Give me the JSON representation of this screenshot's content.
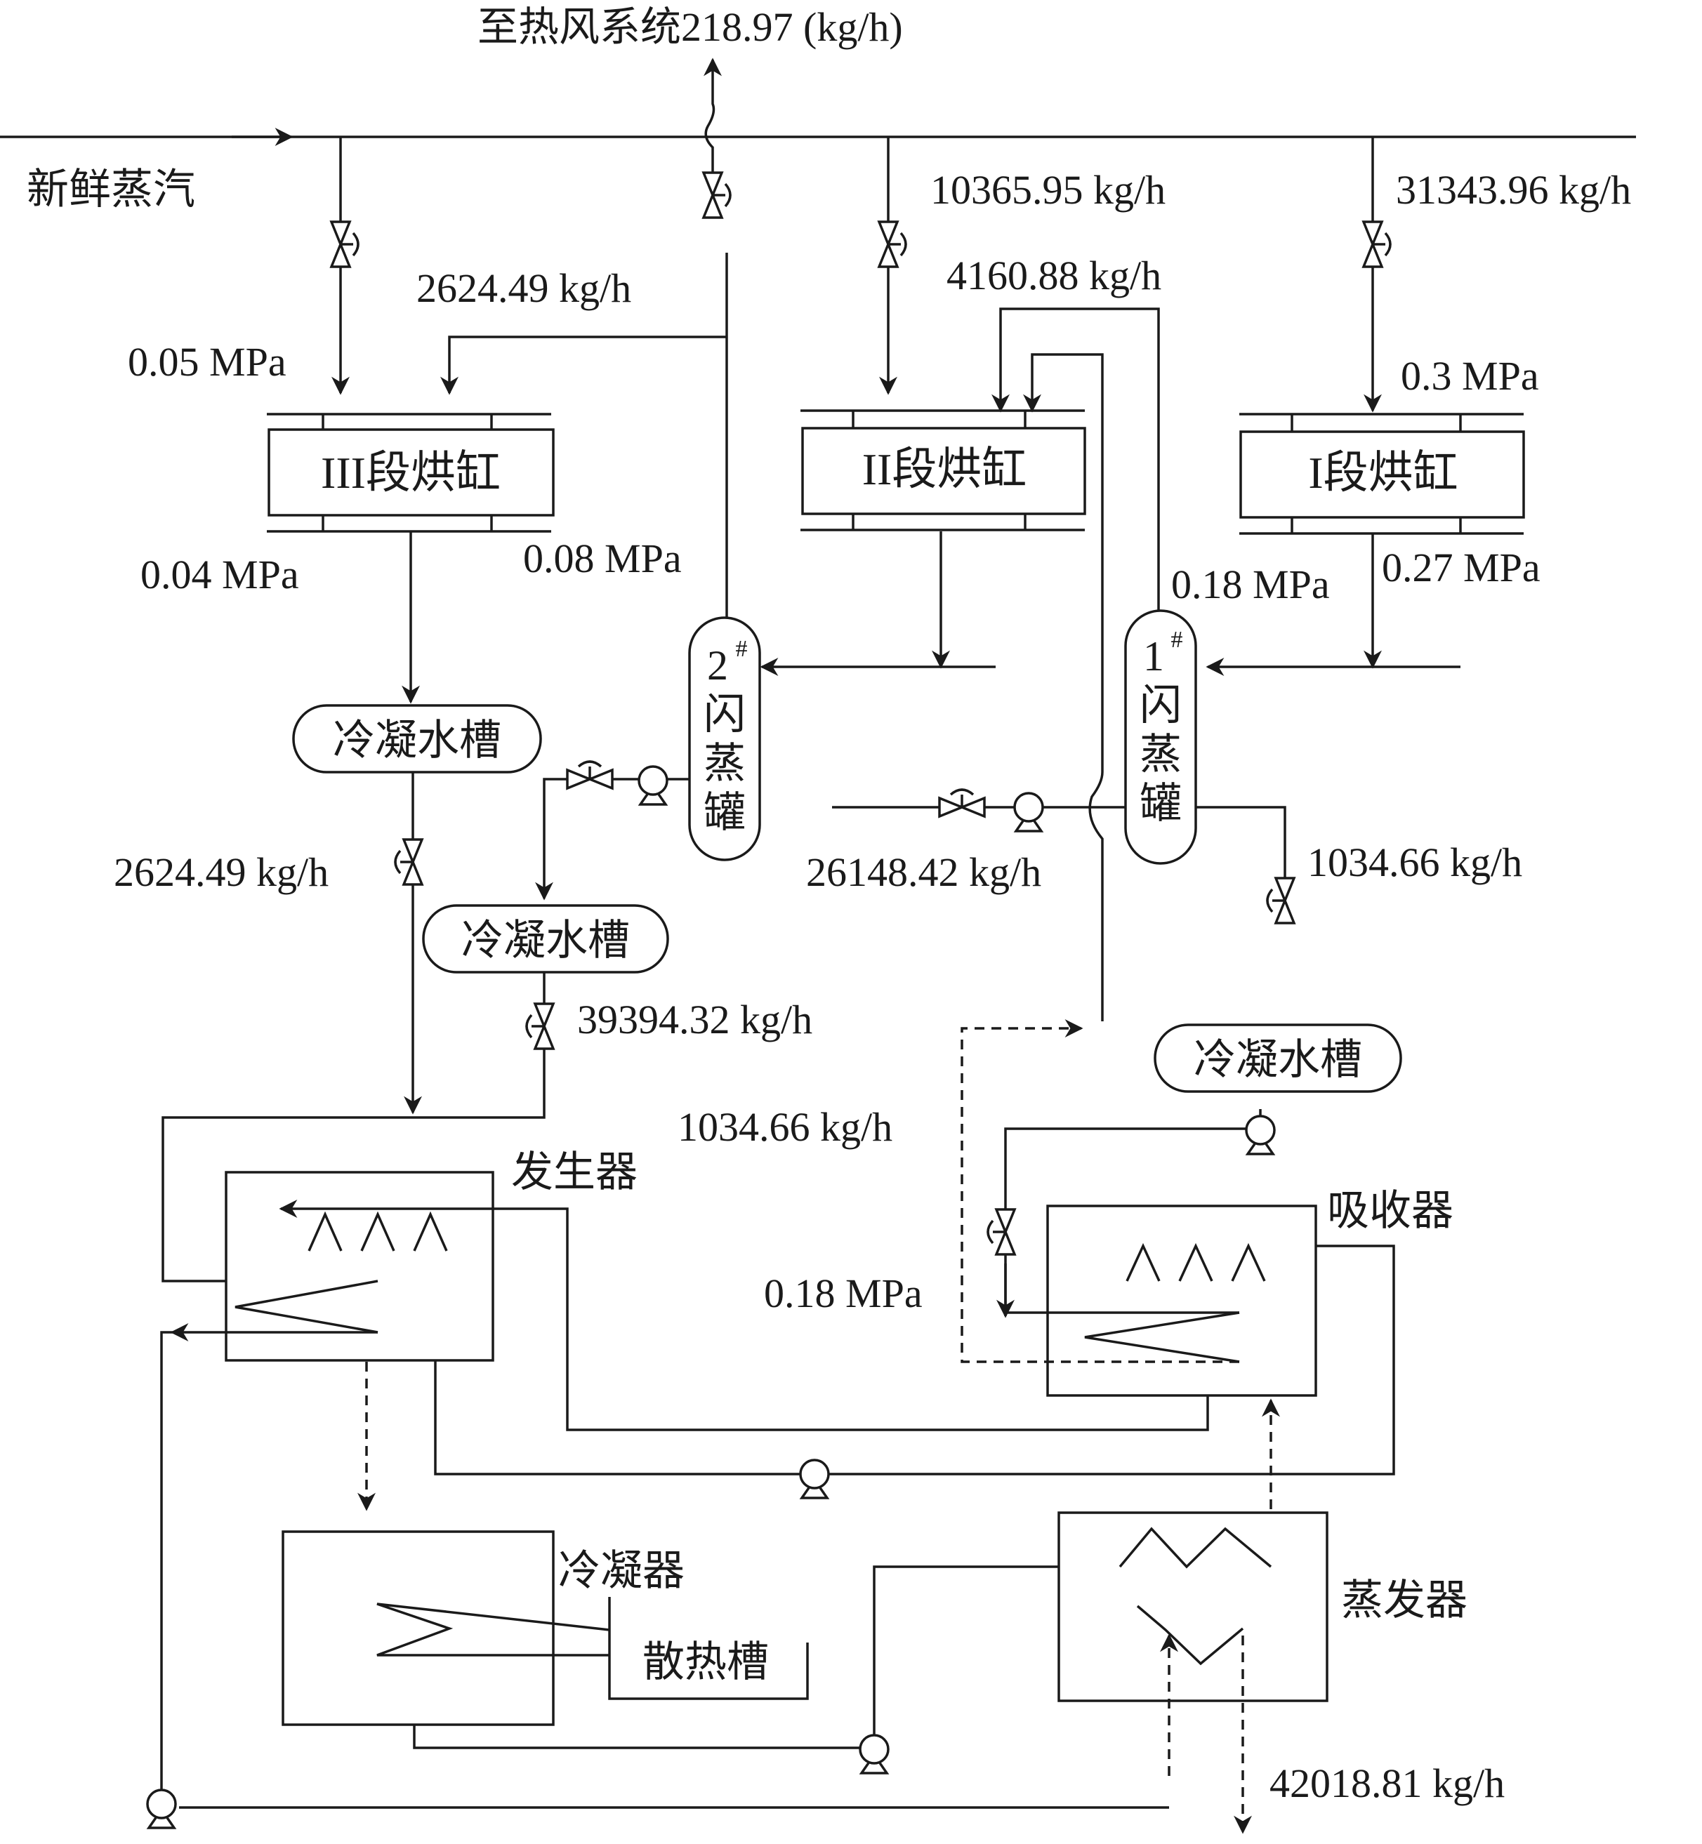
{
  "colors": {
    "line": "#1a1a1a",
    "background": "#ffffff"
  },
  "labels": {
    "top_hot_air": "至热风系统218.97 (kg/h)",
    "fresh_steam": "新鲜蒸汽",
    "flow_10365": "10365.95 kg/h",
    "flow_31343": "31343.96 kg/h",
    "flow_4160": "4160.88 kg/h",
    "flow_2624_top": "2624.49 kg/h",
    "p_005": "0.05 MPa",
    "p_03": "0.3 MPa",
    "p_004": "0.04 MPa",
    "p_008": "0.08 MPa",
    "p_018_top": "0.18 MPa",
    "p_027": "0.27 MPa",
    "flow_2624_mid": "2624.49 kg/h",
    "flow_26148": "26148.42 kg/h",
    "flow_1034_right": "1034.66 kg/h",
    "flow_39394": "39394.32 kg/h",
    "flow_1034_mid": "1034.66 kg/h",
    "p_018_mid": "0.18 MPa",
    "flow_42018": "42018.81 kg/h"
  },
  "equipment": {
    "dryer_3": "III段烘缸",
    "dryer_2": "II段烘缸",
    "dryer_1": "I段烘缸",
    "flash_tank_2": [
      "2",
      "#",
      "闪",
      "蒸",
      "罐"
    ],
    "flash_tank_1": [
      "1",
      "#",
      "闪",
      "蒸",
      "罐"
    ],
    "cond_tank_1": "冷凝水槽",
    "cond_tank_2": "冷凝水槽",
    "cond_tank_3": "冷凝水槽",
    "generator": "发生器",
    "absorber": "吸收器",
    "condenser": "冷凝器",
    "heat_sink": "散热槽",
    "evaporator": "蒸发器"
  },
  "icons": [
    "valve-icon",
    "pump-icon",
    "arrow-icon",
    "heat-exchanger-coil-icon"
  ]
}
